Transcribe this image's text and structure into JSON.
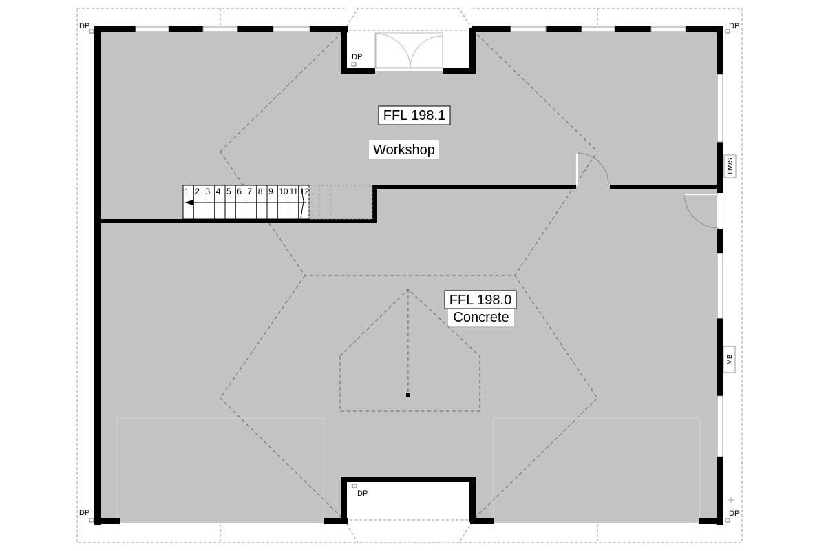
{
  "rooms": {
    "workshop": {
      "level": "FFL 198.1",
      "name": "Workshop"
    },
    "main": {
      "level": "FFL 198.0",
      "surface": "Concrete"
    }
  },
  "downpipes": {
    "top_left": "DP",
    "top_right": "DP",
    "entry": "DP",
    "bottom_left": "DP",
    "bottom_right": "DP",
    "bottom_center": "DP"
  },
  "fixtures": {
    "hot_water_system": "HWS",
    "meter_box": "MB"
  },
  "stairs": {
    "steps": [
      "1",
      "2",
      "3",
      "4",
      "5",
      "6",
      "7",
      "8",
      "9",
      "10",
      "11",
      "12"
    ]
  }
}
